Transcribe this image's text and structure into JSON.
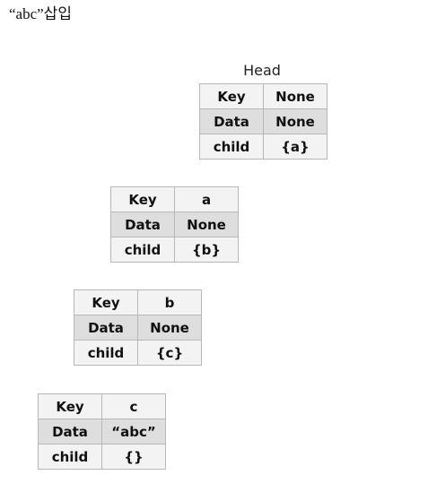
{
  "title": "“abc”삽입",
  "nodes": [
    {
      "id": "head",
      "caption": "Head",
      "rows": [
        {
          "field": "Key",
          "value": "None"
        },
        {
          "field": "Data",
          "value": "None"
        },
        {
          "field": "child",
          "value": "{a}"
        }
      ]
    },
    {
      "id": "a",
      "caption": "",
      "rows": [
        {
          "field": "Key",
          "value": "a"
        },
        {
          "field": "Data",
          "value": "None"
        },
        {
          "field": "child",
          "value": "{b}"
        }
      ]
    },
    {
      "id": "b",
      "caption": "",
      "rows": [
        {
          "field": "Key",
          "value": "b"
        },
        {
          "field": "Data",
          "value": "None"
        },
        {
          "field": "child",
          "value": "{c}"
        }
      ]
    },
    {
      "id": "c",
      "caption": "",
      "rows": [
        {
          "field": "Key",
          "value": "c"
        },
        {
          "field": "Data",
          "value": "“abc”"
        },
        {
          "field": "child",
          "value": "{}"
        }
      ]
    }
  ],
  "colors": {
    "cell_background": "#f3f3f3",
    "data_row_background": "#dedede",
    "cell_border": "#b8b8b8"
  }
}
